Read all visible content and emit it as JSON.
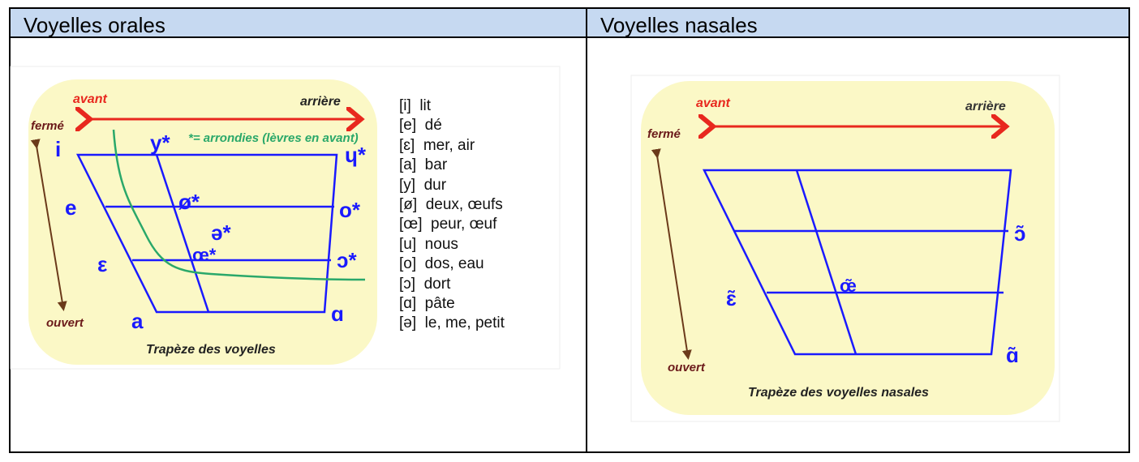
{
  "table": {
    "headers": [
      "Voyelles orales",
      "Voyelles nasales"
    ]
  },
  "oral": {
    "avant": "avant",
    "arriere": "arrière",
    "ferme": "fermé",
    "ouvert": "ouvert",
    "note": "*= arrondies (lèvres en avant)",
    "caption": "Trapèze des voyelles",
    "symbols": {
      "i": "i",
      "y": "y*",
      "hu": "ɥ*",
      "e": "e",
      "oe_slash": "ø*",
      "o": "o*",
      "schwa": "ə*",
      "oe": "œ*",
      "open_o": "ɔ*",
      "eps": "ε",
      "a": "a",
      "alpha": "ɑ"
    },
    "legend": [
      "[i]  lit",
      "[e]  dé",
      "[ɛ]  mer, air",
      "[a]  bar",
      "[y]  dur",
      "[ø]  deux, œufs",
      "[œ]  peur, œuf",
      "[u]  nous",
      "[o]  dos, eau",
      "[ɔ]  dort",
      "[ɑ]  pâte",
      "[ə]  le, me, petit"
    ]
  },
  "nasal": {
    "avant": "avant",
    "arriere": "arrière",
    "ferme": "fermé",
    "ouvert": "ouvert",
    "caption": "Trapèze des voyelles nasales",
    "symbols": {
      "o": "ɔ̃",
      "eps": "ɛ̃",
      "oe": "œ̃",
      "a": "ɑ̃"
    }
  },
  "colors": {
    "header": "#c6d9f1",
    "blue": "#1a1aff",
    "red": "#e8281e",
    "green": "#2aa86a",
    "brown": "#6b3a1a",
    "yellow": "#fbf8c6"
  }
}
